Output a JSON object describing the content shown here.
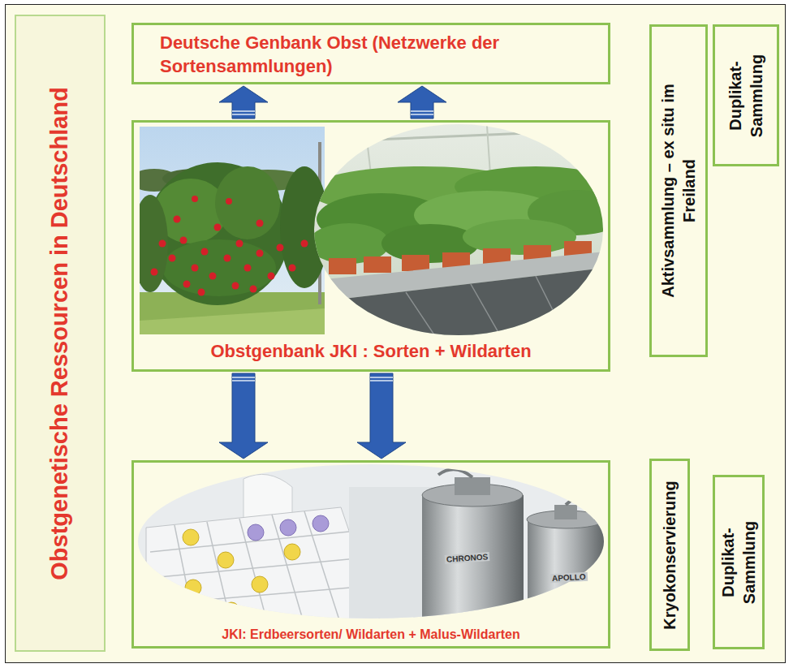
{
  "diagram": {
    "nodes": [
      {
        "text": [
          "Obstgenetische Ressourcen in Deutschland"
        ]
      },
      {
        "text": [
          "Deutsche Genbank Obst (Netzwerke der Sortensammlungen)"
        ]
      },
      {
        "text": [
          "Obstgenbank JKI : Sorten + Wildarten"
        ]
      },
      {
        "text": [
          "JKI: Erdbeersorten/ Wildarten + Malus-Wildarten"
        ]
      },
      {
        "text": [
          "Aktivsammlung – ex situ im Freiland"
        ]
      },
      {
        "text": [
          "Duplikat-Sammlung"
        ]
      },
      {
        "text": [
          "Kryokonservierung"
        ]
      },
      {
        "text": [
          "Duplikat-Sammlung"
        ]
      }
    ],
    "edges": [
      {
        "from": 2,
        "to": 1,
        "arrow": "to"
      },
      {
        "from": 2,
        "to": 1,
        "arrow": "to"
      },
      {
        "from": 2,
        "to": 3,
        "arrow": "to"
      },
      {
        "from": 2,
        "to": 3,
        "arrow": "to"
      }
    ],
    "labels": [
      "CHRONOS",
      "APOLLO"
    ]
  }
}
